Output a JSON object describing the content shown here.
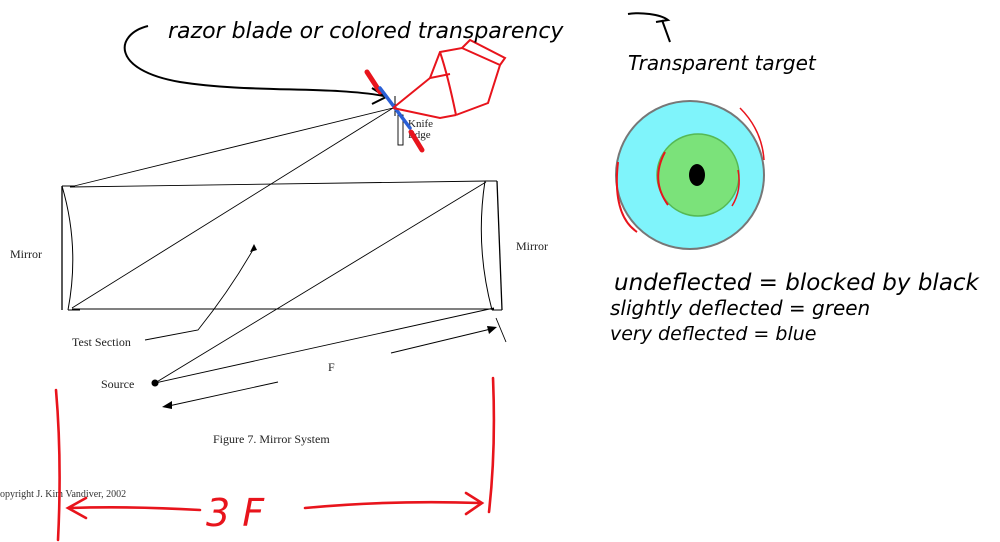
{
  "diagram": {
    "labels": {
      "mirror_left": "Mirror",
      "mirror_right": "Mirror",
      "knife_line1": "Knife",
      "knife_line2": "Edge",
      "test_section": "Test Section",
      "source": "Source",
      "focal": "F",
      "caption": "Figure 7.  Mirror System",
      "copyright": "opyright J. Kim Vandiver, 2002"
    }
  },
  "annotations": {
    "razor_note": "razor blade or colored transparency",
    "target_title": "Transparent target",
    "three_f": "3 F",
    "legend": [
      "undeflected = blocked by black",
      "slightly deflected = green",
      "very deflected = blue"
    ]
  },
  "colors": {
    "ink": "#000000",
    "red": "#e8141c",
    "blue": "#2a5fd6",
    "cyan": "#7ff4fb",
    "green": "#7be27a",
    "ring": "#777777"
  }
}
